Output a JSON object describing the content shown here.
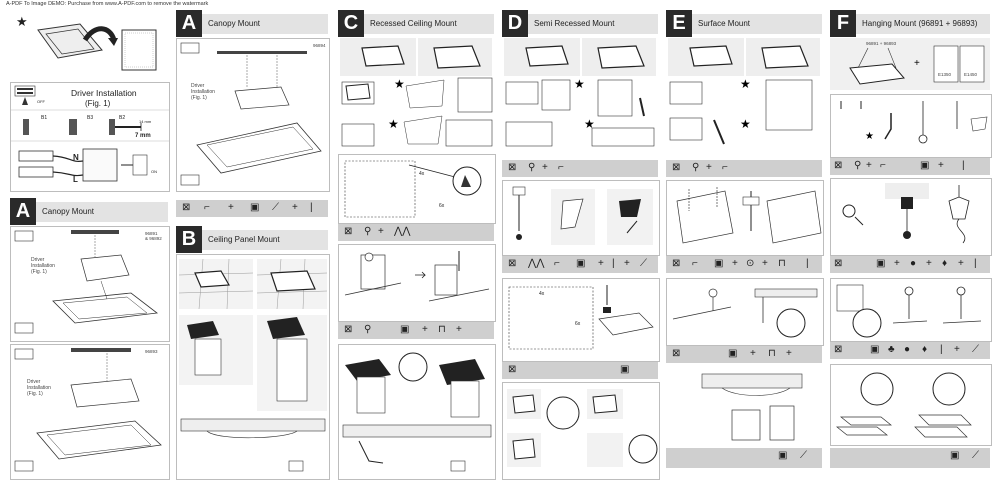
{
  "watermark": "A-PDF To Image DEMO: Purchase from www.A-PDF.com to remove the watermark",
  "sections": {
    "a_top": {
      "letter": "A",
      "title": "Canopy Mount",
      "code": "96894",
      "driver": "Driver\nInstallation\n(Fig. 1)"
    },
    "a_left": {
      "letter": "A",
      "title": "Canopy Mount",
      "codes1": "96891\n& 96892",
      "code2": "96893",
      "driver": "Driver\nInstallation\n(Fig. 1)"
    },
    "driver_install": {
      "title": "Driver Installation",
      "fig": "(Fig. 1)",
      "off": "OFF",
      "on": "ON",
      "b1": "B1",
      "b3": "B3",
      "b2": "B2",
      "mm14": "14 mm",
      "mm7": "7 mm",
      "n": "N",
      "l": "L"
    },
    "b": {
      "letter": "B",
      "title": "Ceiling Panel Mount"
    },
    "c": {
      "letter": "C",
      "title": "Recessed Ceiling Mount",
      "x4": "4x",
      "x6": "6x"
    },
    "d": {
      "letter": "D",
      "title": "Semi Recessed Mount",
      "x4": "4x",
      "x6": "6x"
    },
    "e": {
      "letter": "E",
      "title": "Surface Mount"
    },
    "f": {
      "letter": "F",
      "title": "Hanging Mount (96891 + 96893)",
      "code": "96891 + 96893",
      "e1": "E1350",
      "e2": "E1450"
    }
  },
  "icons": [
    "hand-icon",
    "drill-icon",
    "screwdriver-icon",
    "box-icon",
    "plug-icon",
    "star-icon",
    "ladder-icon"
  ]
}
